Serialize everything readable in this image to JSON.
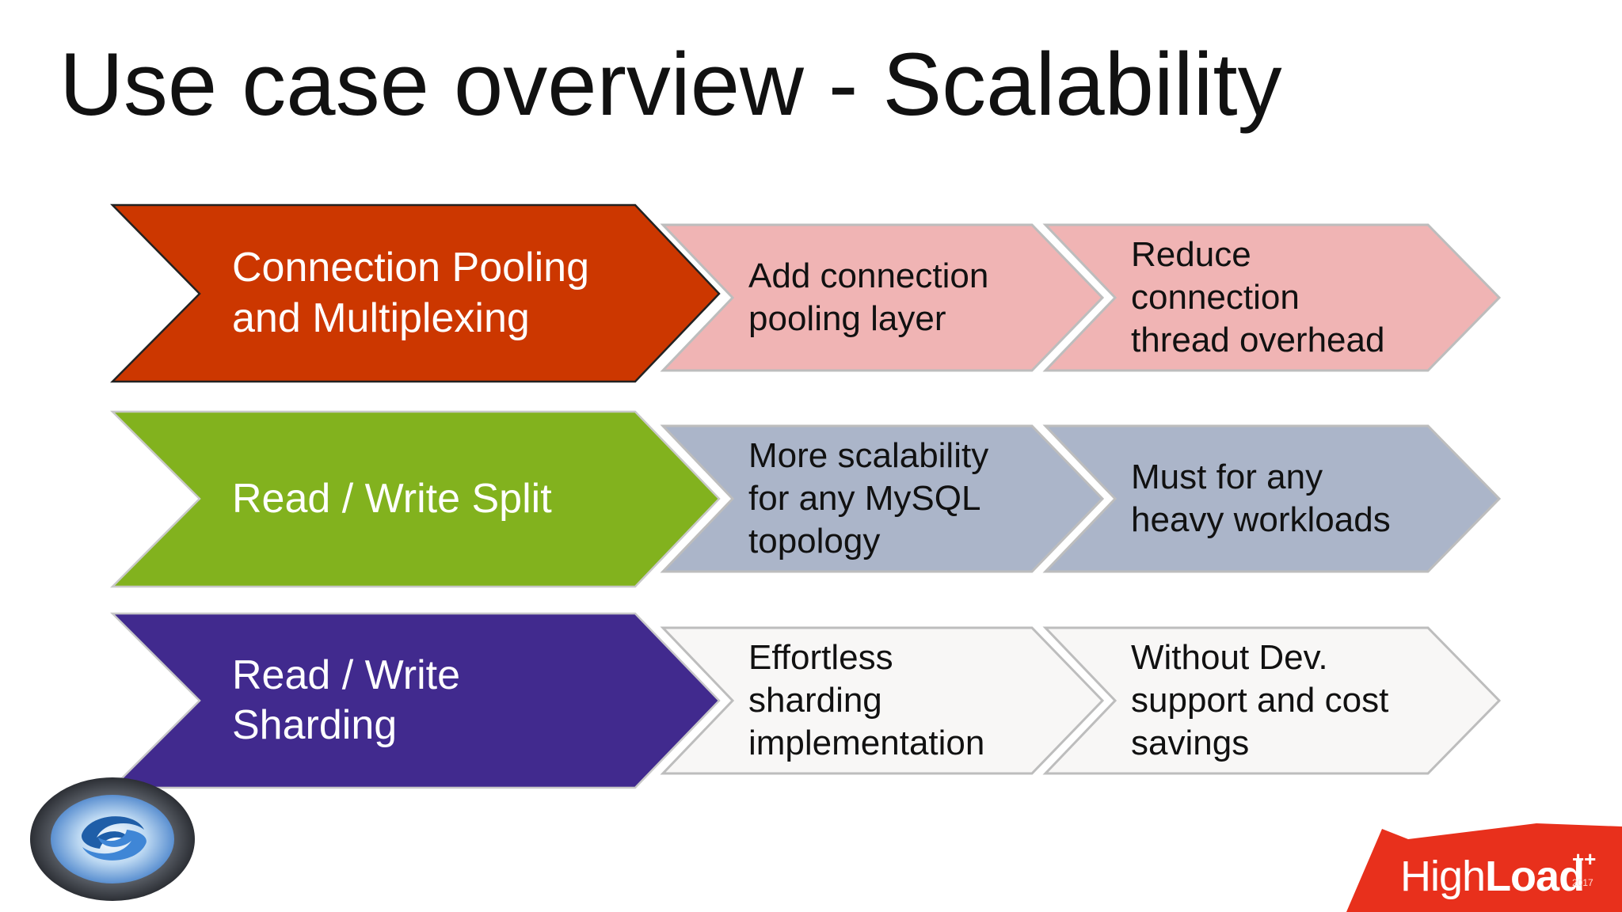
{
  "title": "Use case overview - Scalability",
  "rows": [
    {
      "heading_lines": [
        "Connection Pooling",
        "and Multiplexing"
      ],
      "steps": [
        [
          "Add connection",
          "pooling layer"
        ],
        [
          "Reduce",
          "connection",
          "thread overhead"
        ]
      ],
      "colors": {
        "main": "#CC3700",
        "step": "#F0B4B4"
      }
    },
    {
      "heading_lines": [
        "Read / Write Split"
      ],
      "steps": [
        [
          "More scalability",
          "for any MySQL",
          "topology"
        ],
        [
          "Must for any",
          "heavy workloads"
        ]
      ],
      "colors": {
        "main": "#82B21E",
        "step": "#ABB5C9"
      }
    },
    {
      "heading_lines": [
        "Read / Write",
        "Sharding"
      ],
      "steps": [
        [
          "Effortless",
          "sharding",
          "implementation"
        ],
        [
          "Without Dev.",
          "support and cost",
          "savings"
        ]
      ],
      "colors": {
        "main": "#412A8E",
        "step": "#F8F7F6"
      }
    }
  ],
  "branding": {
    "logo_icon": "swirl-gear-icon",
    "highload": {
      "prefix": "High",
      "bold": "Load",
      "superscript": "++",
      "year": "2017"
    },
    "colors": {
      "highload_red": "#E8301C"
    }
  }
}
